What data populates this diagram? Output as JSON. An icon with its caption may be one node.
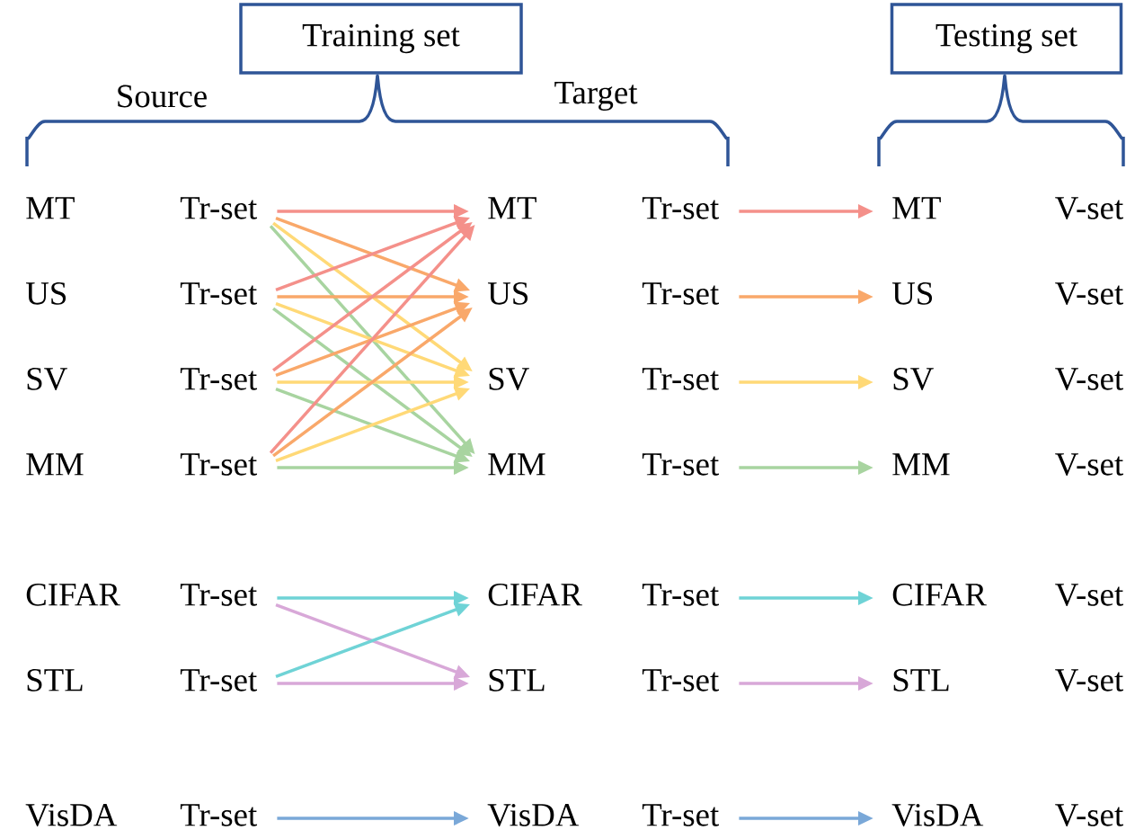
{
  "diagram": {
    "nodes": [
      {
        "text": [
          "Training set"
        ]
      },
      {
        "text": [
          "Testing set"
        ]
      },
      {
        "text": [
          "MT",
          "Tr-set"
        ]
      },
      {
        "text": [
          "US",
          "Tr-set"
        ]
      },
      {
        "text": [
          "SV",
          "Tr-set"
        ]
      },
      {
        "text": [
          "MM",
          "Tr-set"
        ]
      },
      {
        "text": [
          "CIFAR",
          "Tr-set"
        ]
      },
      {
        "text": [
          "STL",
          "Tr-set"
        ]
      },
      {
        "text": [
          "VisDA",
          "Tr-set"
        ]
      },
      {
        "text": [
          "MT",
          "Tr-set"
        ]
      },
      {
        "text": [
          "US",
          "Tr-set"
        ]
      },
      {
        "text": [
          "SV",
          "Tr-set"
        ]
      },
      {
        "text": [
          "MM",
          "Tr-set"
        ]
      },
      {
        "text": [
          "CIFAR",
          "Tr-set"
        ]
      },
      {
        "text": [
          "STL",
          "Tr-set"
        ]
      },
      {
        "text": [
          "VisDA",
          "Tr-set"
        ]
      },
      {
        "text": [
          "MT",
          "V-set"
        ]
      },
      {
        "text": [
          "US",
          "V-set"
        ]
      },
      {
        "text": [
          "SV",
          "V-set"
        ]
      },
      {
        "text": [
          "MM",
          "V-set"
        ]
      },
      {
        "text": [
          "CIFAR",
          "V-set"
        ]
      },
      {
        "text": [
          "STL",
          "V-set"
        ]
      },
      {
        "text": [
          "VisDA",
          "V-set"
        ]
      }
    ],
    "edges": [
      {
        "from": 2,
        "to": 9,
        "arrow": "to",
        "color": "#f4908a"
      },
      {
        "from": 2,
        "to": 10,
        "arrow": "to",
        "color": "#f9a86a"
      },
      {
        "from": 2,
        "to": 11,
        "arrow": "to",
        "color": "#ffd977"
      },
      {
        "from": 2,
        "to": 12,
        "arrow": "to",
        "color": "#a8d4a0"
      },
      {
        "from": 3,
        "to": 9,
        "arrow": "to",
        "color": "#f4908a"
      },
      {
        "from": 3,
        "to": 10,
        "arrow": "to",
        "color": "#f9a86a"
      },
      {
        "from": 3,
        "to": 11,
        "arrow": "to",
        "color": "#ffd977"
      },
      {
        "from": 3,
        "to": 12,
        "arrow": "to",
        "color": "#a8d4a0"
      },
      {
        "from": 4,
        "to": 9,
        "arrow": "to",
        "color": "#f4908a"
      },
      {
        "from": 4,
        "to": 10,
        "arrow": "to",
        "color": "#f9a86a"
      },
      {
        "from": 4,
        "to": 11,
        "arrow": "to",
        "color": "#ffd977"
      },
      {
        "from": 4,
        "to": 12,
        "arrow": "to",
        "color": "#a8d4a0"
      },
      {
        "from": 5,
        "to": 9,
        "arrow": "to",
        "color": "#f4908a"
      },
      {
        "from": 5,
        "to": 10,
        "arrow": "to",
        "color": "#f9a86a"
      },
      {
        "from": 5,
        "to": 11,
        "arrow": "to",
        "color": "#ffd977"
      },
      {
        "from": 5,
        "to": 12,
        "arrow": "to",
        "color": "#a8d4a0"
      },
      {
        "from": 6,
        "to": 13,
        "arrow": "to",
        "color": "#6fd3d6"
      },
      {
        "from": 6,
        "to": 14,
        "arrow": "to",
        "color": "#d8a8d8"
      },
      {
        "from": 7,
        "to": 13,
        "arrow": "to",
        "color": "#6fd3d6"
      },
      {
        "from": 7,
        "to": 14,
        "arrow": "to",
        "color": "#d8a8d8"
      },
      {
        "from": 8,
        "to": 15,
        "arrow": "to",
        "color": "#7aa8d8"
      },
      {
        "from": 9,
        "to": 16,
        "arrow": "to",
        "color": "#f4908a"
      },
      {
        "from": 10,
        "to": 17,
        "arrow": "to",
        "color": "#f9a86a"
      },
      {
        "from": 11,
        "to": 18,
        "arrow": "to",
        "color": "#ffd977"
      },
      {
        "from": 12,
        "to": 19,
        "arrow": "to",
        "color": "#a8d4a0"
      },
      {
        "from": 13,
        "to": 20,
        "arrow": "to",
        "color": "#6fd3d6"
      },
      {
        "from": 14,
        "to": 21,
        "arrow": "to",
        "color": "#d8a8d8"
      },
      {
        "from": 15,
        "to": 22,
        "arrow": "to",
        "color": "#7aa8d8"
      }
    ],
    "labels": [
      "Source",
      "Target"
    ]
  }
}
